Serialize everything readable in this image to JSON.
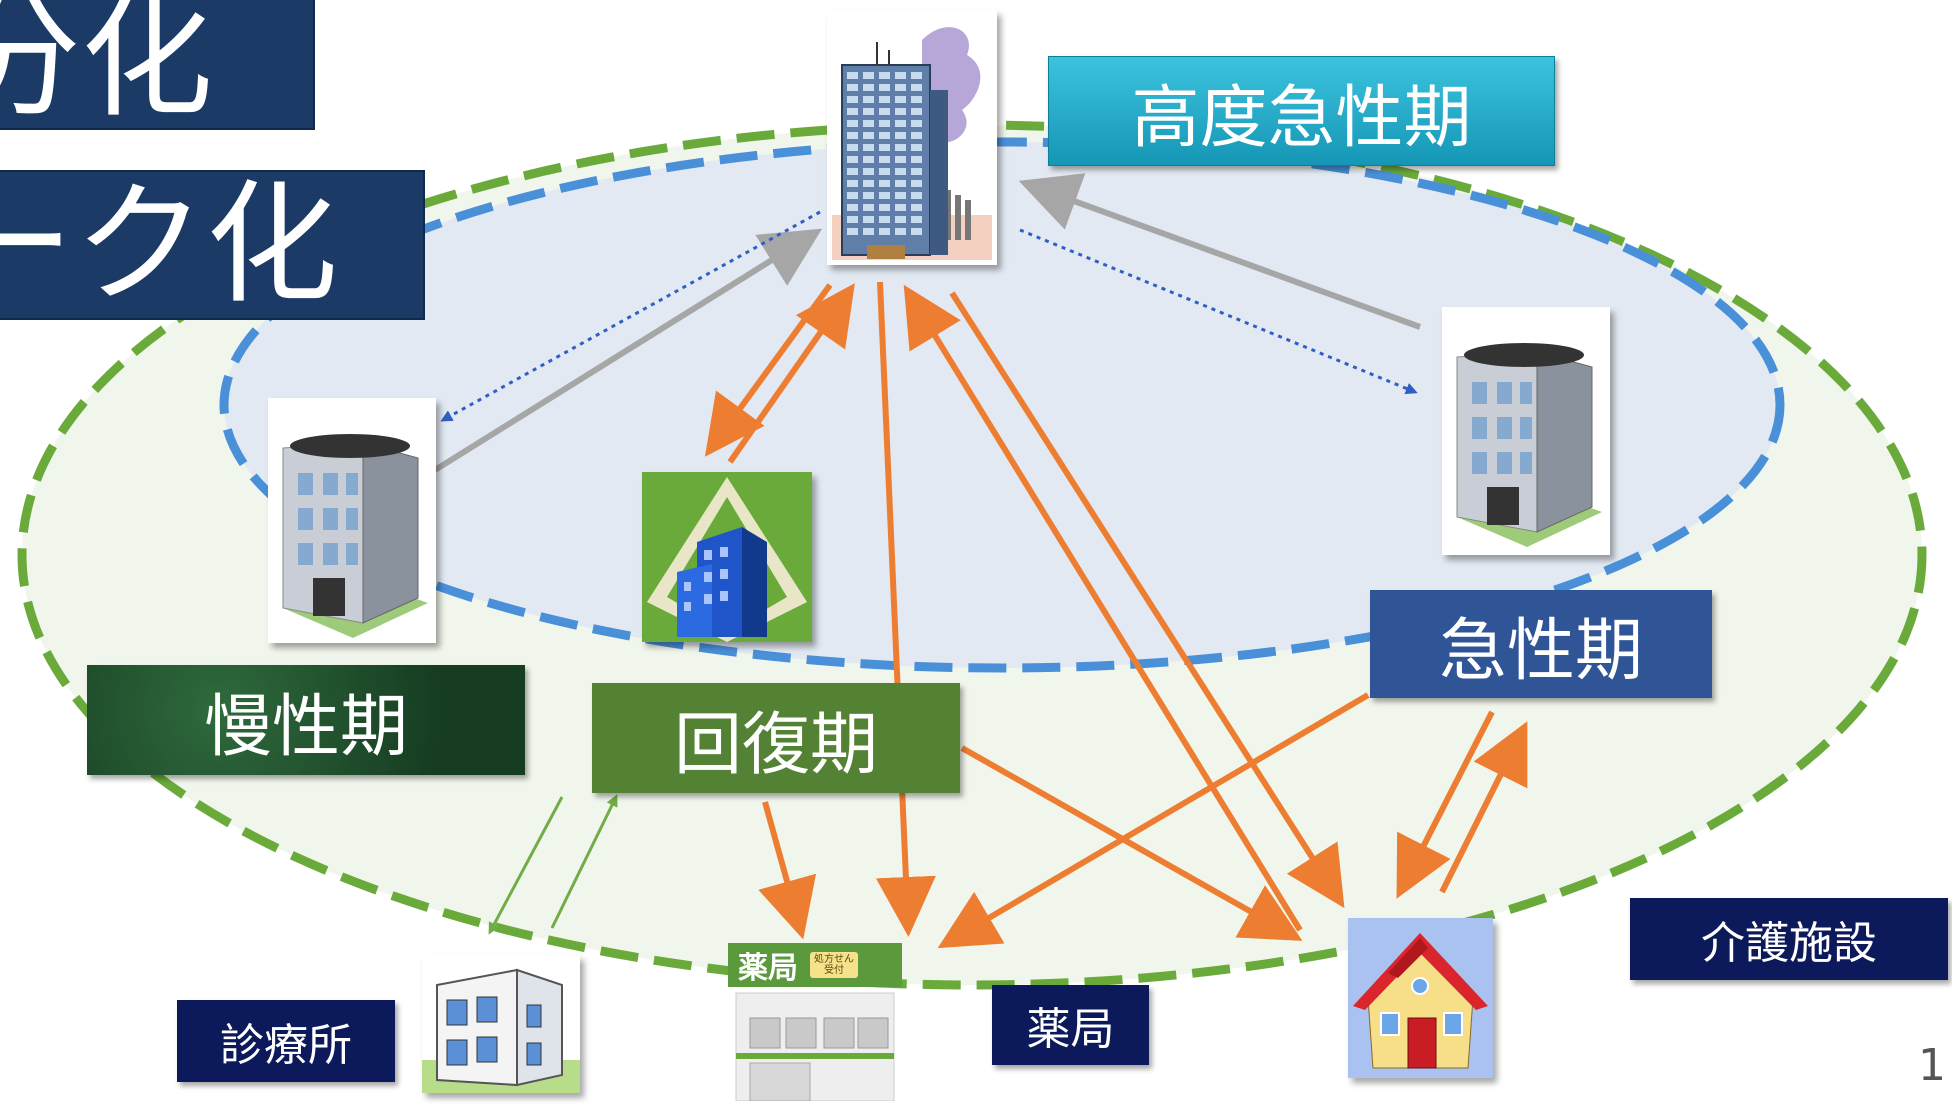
{
  "titles": {
    "line1": "分化",
    "line2": "ーク化"
  },
  "labels": {
    "advanced_acute": "高度急性期",
    "acute": "急性期",
    "chronic": "慢性期",
    "recovery": "回復期",
    "clinic": "診療所",
    "pharmacy": "薬局",
    "care_facility": "介護施設"
  },
  "pharmacy_sign": {
    "main": "薬局",
    "badge_line1": "処方せん",
    "badge_line2": "受付"
  },
  "page_number": "1",
  "colors": {
    "title_bg": "#1b3a66",
    "advanced_acute_bg": "#1fa9c9",
    "acute_bg": "#2f5597",
    "chronic_bg": "#1e4d2b",
    "recovery_bg": "#548235",
    "navy_label_bg": "#0c1a5c",
    "outer_ellipse": "#6aaa3a",
    "inner_ellipse": "#4a90d9",
    "orange_arrow": "#ed7d31",
    "gray_arrow": "#a6a6a6",
    "green_arrow": "#70ad47"
  },
  "icons": [
    "headquarters-hospital-icon",
    "hospital-building-icon",
    "recovery-hospital-icon",
    "clinic-building-icon",
    "pharmacy-storefront-icon",
    "care-house-icon"
  ]
}
